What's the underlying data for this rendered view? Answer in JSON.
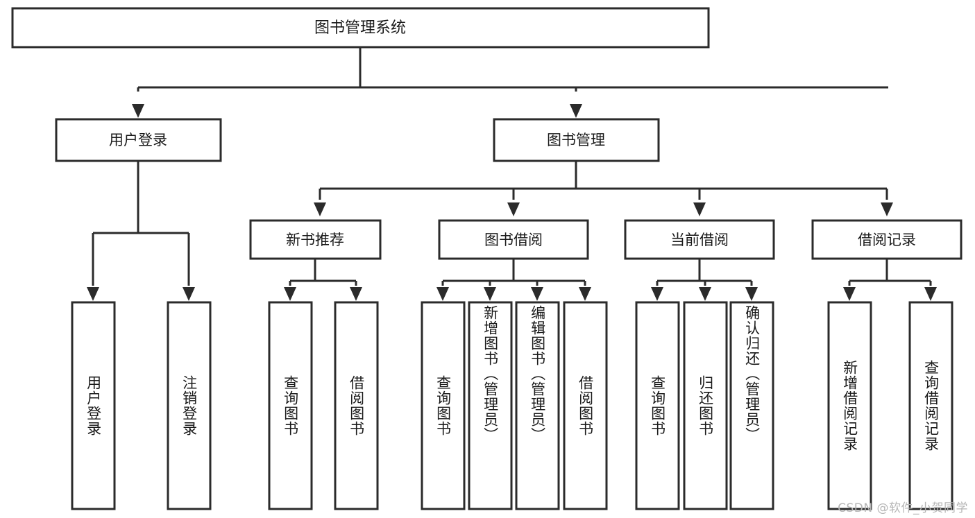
{
  "diagram": {
    "type": "hierarchy-tree",
    "title": "图书管理系统",
    "watermark": "CSDN @软件_小贺同学",
    "colors": {
      "box_stroke": "#2b2b2b",
      "box_fill": "#ffffff",
      "text": "#1a1a1a",
      "background": "#ffffff",
      "watermark": "#b6b6b6"
    },
    "levels": {
      "root": "图书管理系统",
      "level2": [
        "用户登录",
        "图书管理"
      ],
      "level3": [
        "新书推荐",
        "图书借阅",
        "当前借阅",
        "借阅记录"
      ]
    },
    "nodes": {
      "root": {
        "label": "图书管理系统"
      },
      "user_login": {
        "label": "用户登录"
      },
      "book_manage": {
        "label": "图书管理"
      },
      "new_book_rec": {
        "label": "新书推荐"
      },
      "book_borrow": {
        "label": "图书借阅"
      },
      "current_borrow": {
        "label": "当前借阅"
      },
      "borrow_record": {
        "label": "借阅记录"
      }
    },
    "leaves": {
      "user_login": [
        {
          "label": "用户登录"
        },
        {
          "label": "注销登录"
        }
      ],
      "new_book_rec": [
        {
          "label": "查询图书"
        },
        {
          "label": "借阅图书"
        }
      ],
      "book_borrow": [
        {
          "label": "查询图书"
        },
        {
          "label": "新增图书（管理员）"
        },
        {
          "label": "编辑图书（管理员）"
        },
        {
          "label": "借阅图书"
        }
      ],
      "current_borrow": [
        {
          "label": "查询图书"
        },
        {
          "label": "归还图书"
        },
        {
          "label": "确认归还（管理员）"
        }
      ],
      "borrow_record": [
        {
          "label": "新增借阅记录"
        },
        {
          "label": "查询借阅记录"
        }
      ]
    },
    "edges": [
      {
        "from": "图书管理系统",
        "to": "用户登录"
      },
      {
        "from": "图书管理系统",
        "to": "图书管理"
      },
      {
        "from": "图书管理",
        "to": "新书推荐"
      },
      {
        "from": "图书管理",
        "to": "图书借阅"
      },
      {
        "from": "图书管理",
        "to": "当前借阅"
      },
      {
        "from": "图书管理",
        "to": "借阅记录"
      },
      {
        "from": "用户登录",
        "to": "用户登录"
      },
      {
        "from": "用户登录",
        "to": "注销登录"
      },
      {
        "from": "新书推荐",
        "to": "查询图书"
      },
      {
        "from": "新书推荐",
        "to": "借阅图书"
      },
      {
        "from": "图书借阅",
        "to": "查询图书"
      },
      {
        "from": "图书借阅",
        "to": "新增图书（管理员）"
      },
      {
        "from": "图书借阅",
        "to": "编辑图书（管理员）"
      },
      {
        "from": "图书借阅",
        "to": "借阅图书"
      },
      {
        "from": "当前借阅",
        "to": "查询图书"
      },
      {
        "from": "当前借阅",
        "to": "归还图书"
      },
      {
        "from": "当前借阅",
        "to": "确认归还（管理员）"
      },
      {
        "from": "借阅记录",
        "to": "新增借阅记录"
      },
      {
        "from": "借阅记录",
        "to": "查询借阅记录"
      }
    ]
  }
}
